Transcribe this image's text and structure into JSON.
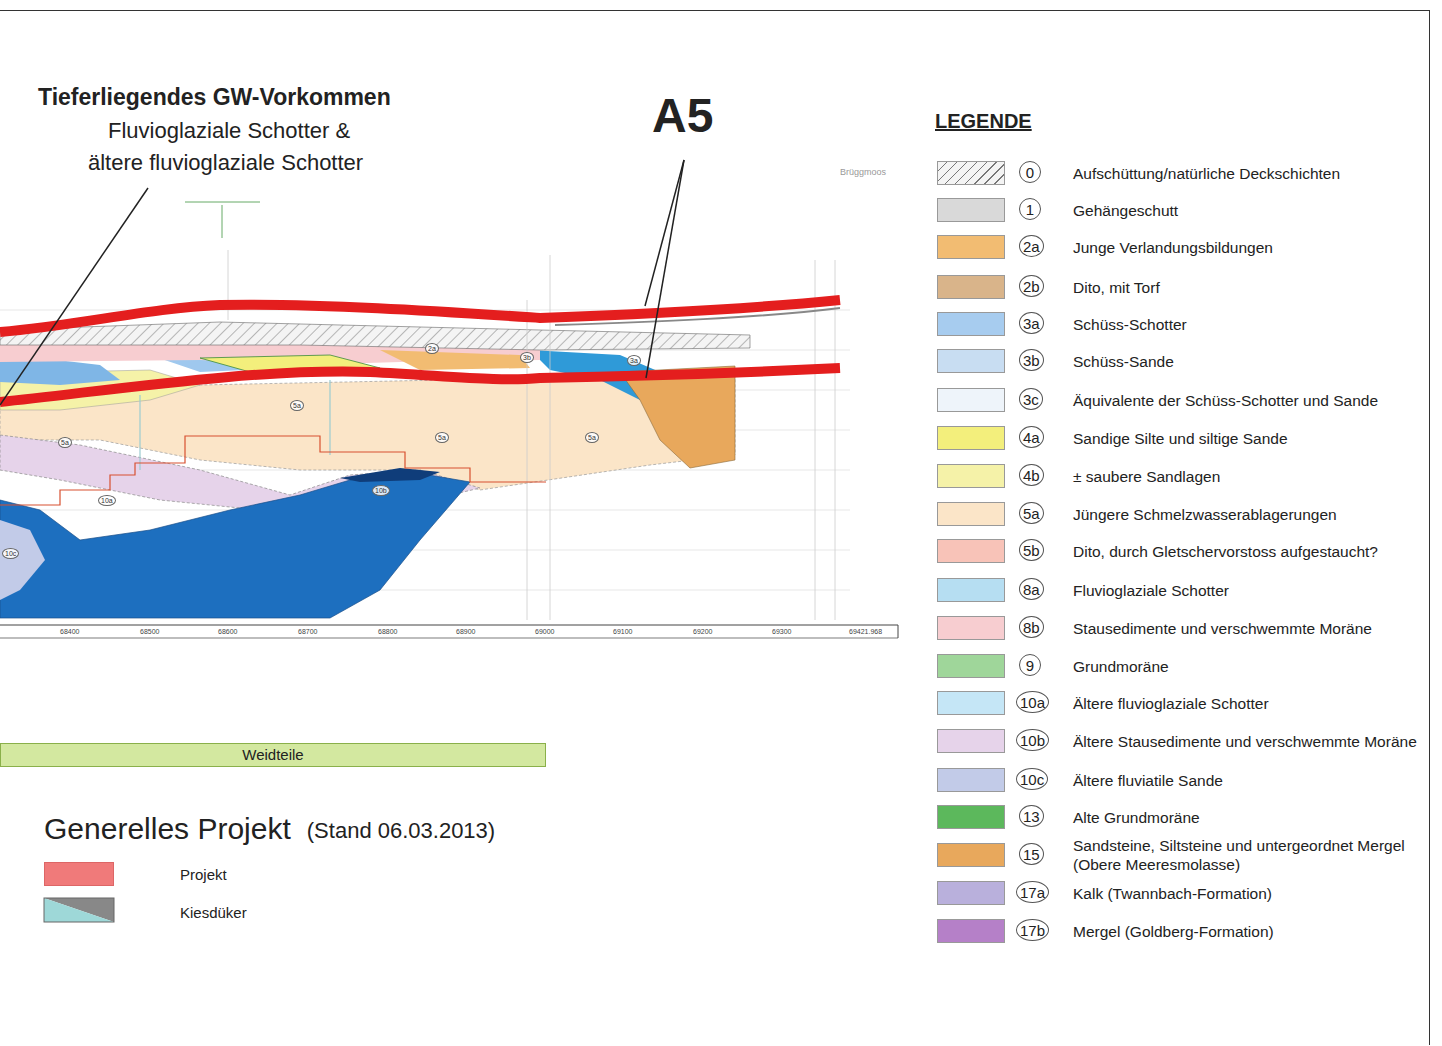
{
  "diagram": {
    "title": "Generelles Projekt",
    "nodes": [
      {
        "text": [
          "Weidteile"
        ]
      }
    ],
    "labels": [
      "Tieferliegendes GW-Vorkommen",
      "Fluvioglaziale Schotter &",
      "ältere fluvioglaziale Schotter",
      "A5",
      "Brüggmoos",
      "LEGENDE",
      "0",
      "1",
      "2a",
      "2b",
      "3a",
      "3b",
      "3c",
      "4a",
      "4b",
      "5a",
      "5b",
      "8a",
      "8b",
      "9",
      "10a",
      "10b",
      "10c",
      "13",
      "15",
      "17a",
      "17b",
      "68400",
      "68500",
      "68600",
      "68700",
      "68800",
      "68900",
      "69000",
      "69100",
      "69200",
      "69300",
      "69421.968",
      "5a",
      "5a",
      "5a",
      "5a",
      "3a",
      "2a",
      "10b",
      "10a",
      "10c",
      "3b",
      "(Stand 06.03.2013)"
    ],
    "legend": [
      {
        "text": "Aufschüttung/natürliche Deckschichten",
        "color": "#f4f4f4"
      },
      {
        "text": "Gehängeschutt",
        "color": "#d9d9d9"
      },
      {
        "text": "Junge Verlandungsbildungen",
        "color": "#f2bc72"
      },
      {
        "text": "Dito, mit Torf",
        "color": "#d9b48a"
      },
      {
        "text": "Schüss-Schotter",
        "color": "#a7ccef"
      },
      {
        "text": "Schüss-Sande",
        "color": "#c8ddf2"
      },
      {
        "text": "Äquivalente der Schüss-Schotter und Sande",
        "color": "#eef4fa"
      },
      {
        "text": "Sandige Silte und siltige Sande",
        "color": "#f3ef7c"
      },
      {
        "text": "± saubere Sandlagen",
        "color": "#f5f2a8"
      },
      {
        "text": "Jüngere Schmelzwasserablagerungen",
        "color": "#fbe5c8"
      },
      {
        "text": "Dito, durch Gletschervorstoss aufgestaucht?",
        "color": "#f8c3b8"
      },
      {
        "text": "Fluvioglaziale Schotter",
        "color": "#b6def2"
      },
      {
        "text": "Stausedimente und verschwemmte Moräne",
        "color": "#f7cdd0"
      },
      {
        "text": "Grundmoräne",
        "color": "#9fd69a"
      },
      {
        "text": "Ältere fluvioglaziale Schotter",
        "color": "#c5e6f6"
      },
      {
        "text": "Ältere Stausedimente und verschwemmte Moräne",
        "color": "#e6d3ea"
      },
      {
        "text": "Ältere fluviatile Sande",
        "color": "#c2cbe8"
      },
      {
        "text": "Alte Grundmoräne",
        "color": "#5cb85c"
      },
      {
        "text": "Sandsteine, Siltsteine und untergeordnet Mergel (Obere Meeresmolasse)",
        "color": "#e8a85c"
      },
      {
        "text": "Kalk (Twannbach-Formation)",
        "color": "#b9b0dc"
      },
      {
        "text": "Mergel (Goldberg-Formation)",
        "color": "#b580c8"
      },
      {
        "text": "Projekt",
        "color": "#f07a7a"
      },
      {
        "text": "Kiesdüker"
      }
    ]
  }
}
